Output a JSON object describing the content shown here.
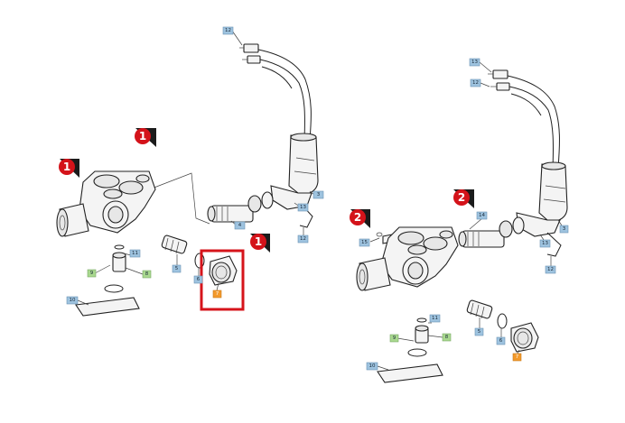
{
  "diagram": {
    "left_assembly": {
      "badges": [
        "1",
        "1",
        "1"
      ],
      "labels": {
        "p12": "12",
        "p3": "3",
        "p13": "13",
        "p4": "4",
        "p11": "11",
        "p9": "9",
        "p8": "8",
        "p5": "5",
        "p6": "6",
        "p7": "7",
        "p10": "10"
      }
    },
    "right_assembly": {
      "badges": [
        "2",
        "2"
      ],
      "labels": {
        "p12": "12",
        "p3": "3",
        "p13": "13",
        "p14": "14",
        "p15": "15",
        "p11": "11",
        "p9": "9",
        "p8": "8",
        "p5": "5",
        "p6": "6",
        "p7": "7",
        "p10": "10"
      }
    },
    "highlight_color": "#d6141b",
    "tag_colors": {
      "blue": "#9ec3df",
      "green": "#a9d88f",
      "orange": "#f39a2c"
    }
  }
}
